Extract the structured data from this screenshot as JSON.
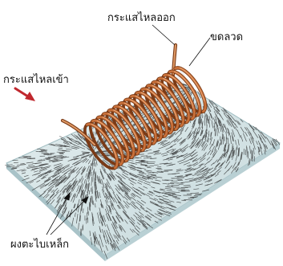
{
  "labels": {
    "current_out": "กระแสไหลออก",
    "coil": "ขดลวด",
    "current_in": "กระแสไหลเข้า",
    "iron_filings": "ผงตะไบเหล็ก"
  },
  "colors": {
    "plate_top": "#d6e4e6",
    "plate_edge": "#a9c3c8",
    "copper": "#c8703a",
    "copper_dark": "#7a3a16",
    "copper_light": "#f0b080",
    "filings": "#2a2a2a",
    "arrow": "#c0282e",
    "leader": "#111111"
  },
  "icons": {
    "current_direction": "arrow-icon"
  },
  "coil": {
    "turns": 17
  }
}
